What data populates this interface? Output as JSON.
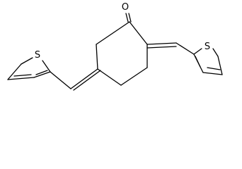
{
  "atoms": [
    {
      "id": "O1",
      "label": "O"
    },
    {
      "id": "S1",
      "label": "S"
    },
    {
      "id": "S2",
      "label": "S"
    }
  ]
}
